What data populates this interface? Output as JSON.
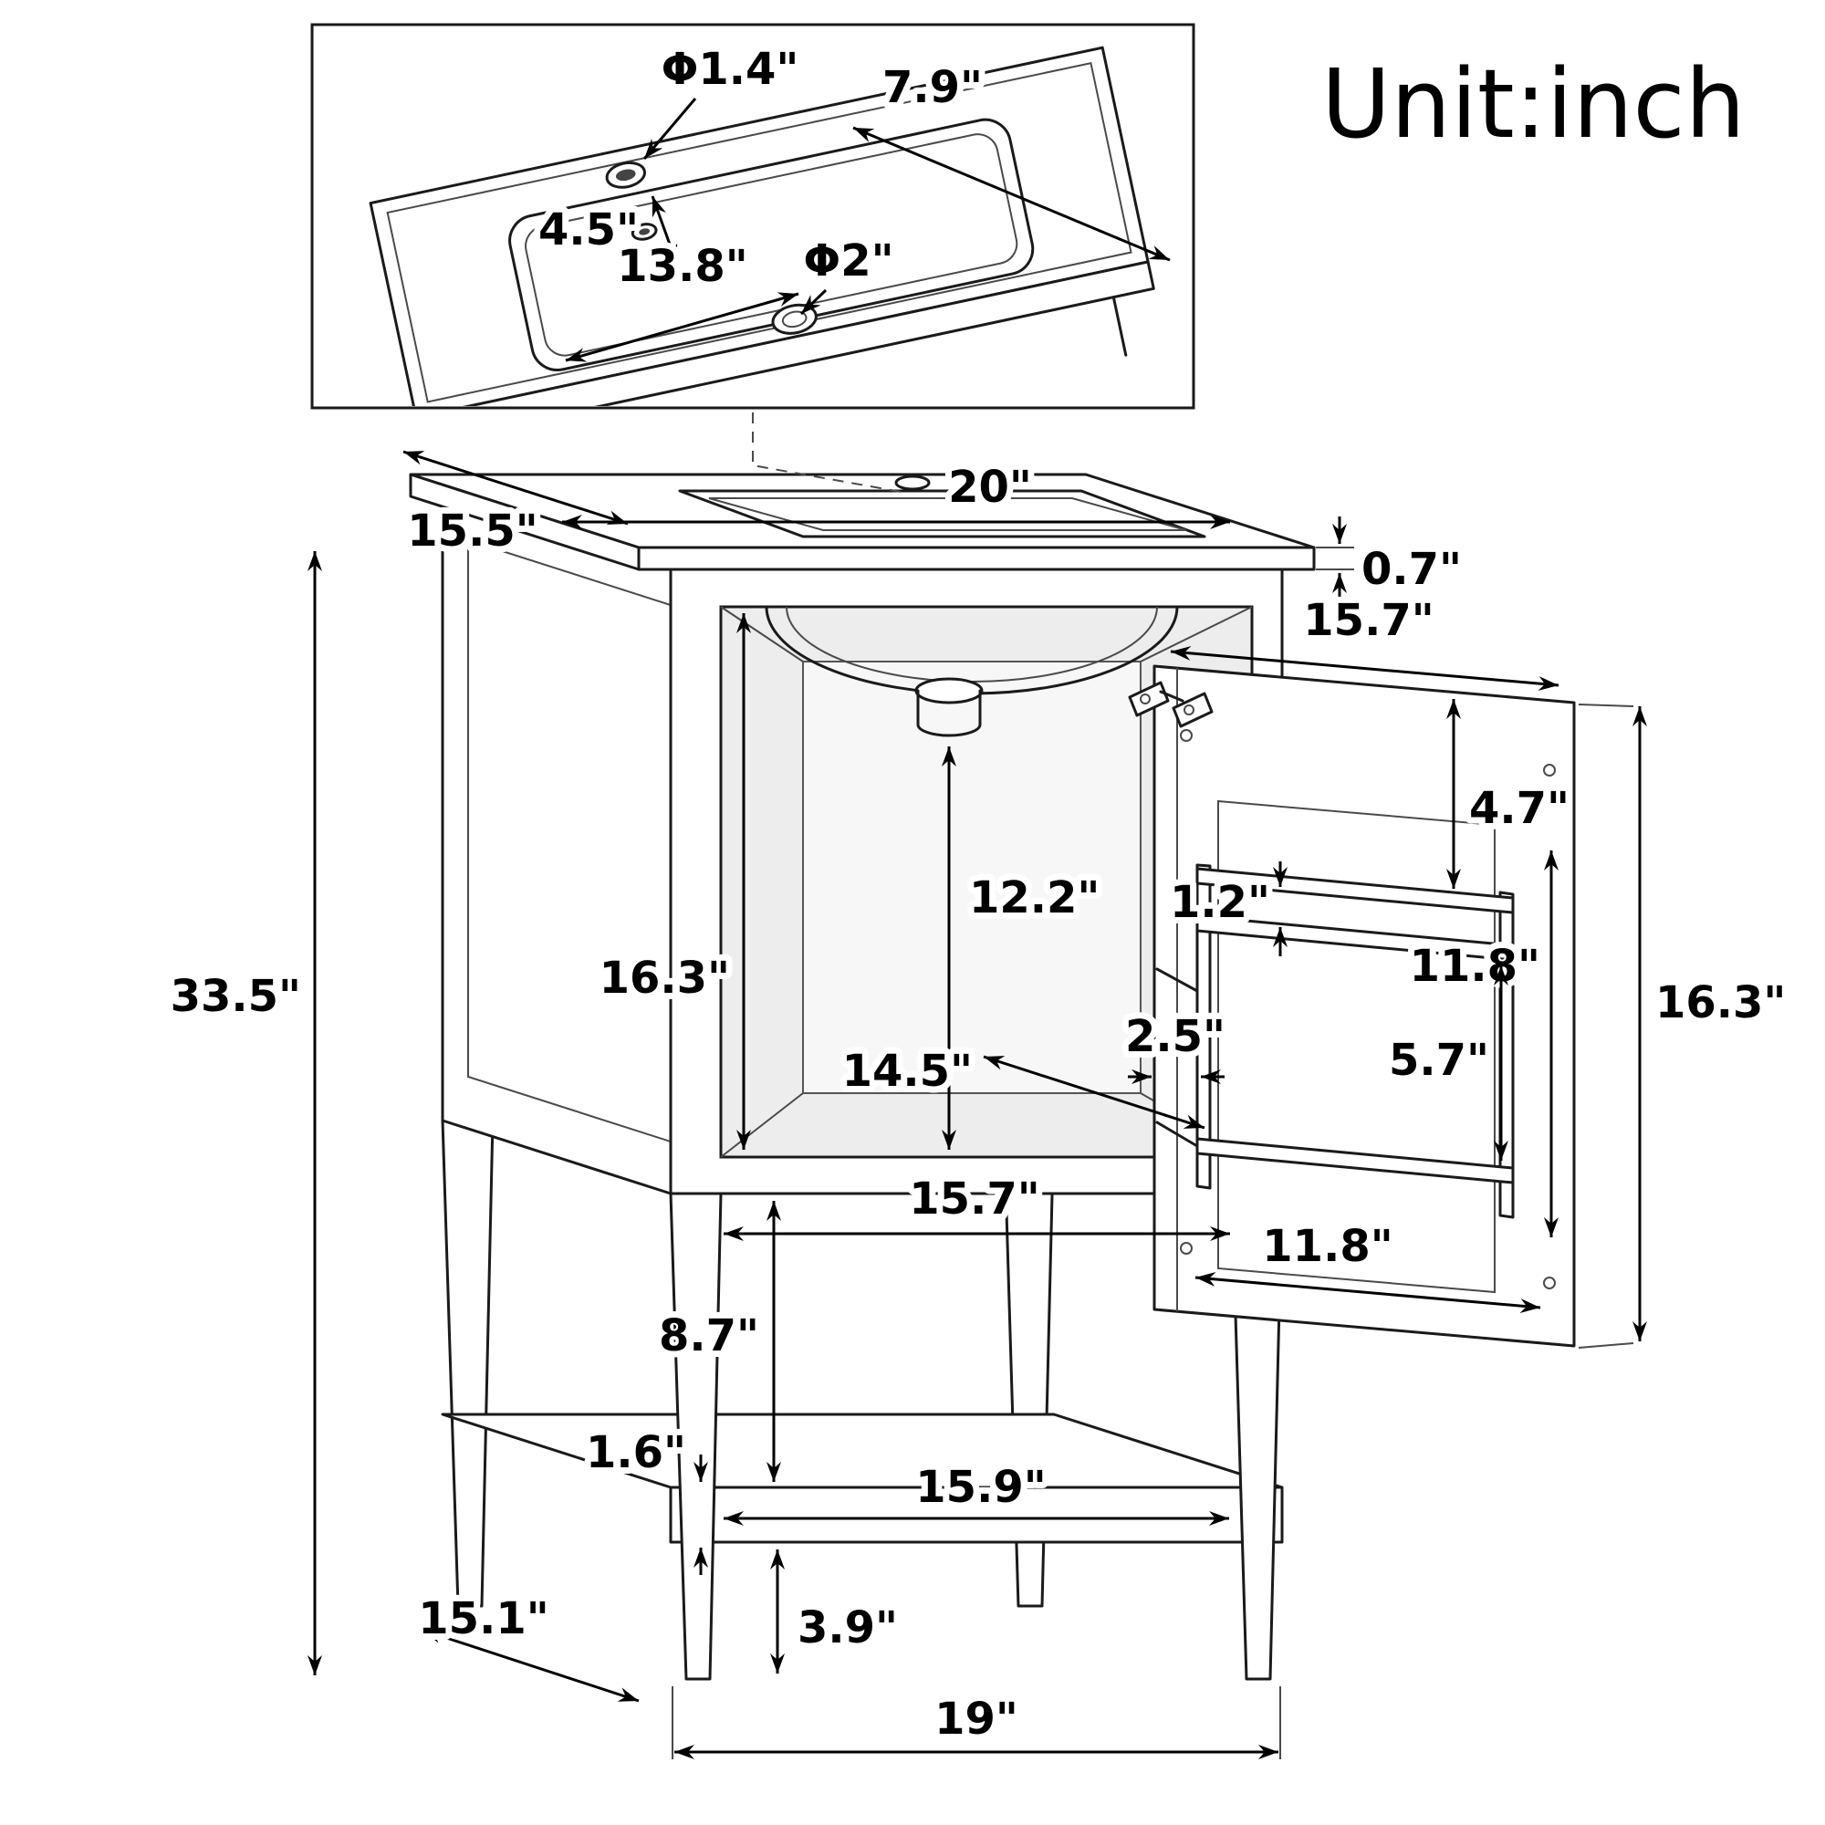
{
  "unit_label": "Unit:inch",
  "inset": {
    "faucet_hole_diameter": "Φ1.4\"",
    "basin_back_width": "7.9\"",
    "faucet_offset": "4.5\"",
    "basin_width": "13.8\"",
    "drain_diameter": "Φ2\""
  },
  "dimensions": {
    "top_depth": "15.5\"",
    "top_width": "20\"",
    "top_thickness": "0.7\"",
    "total_height": "33.5\"",
    "door_width_top": "15.7\"",
    "interior_height": "16.3\"",
    "sink_clearance": "12.2\"",
    "towel_bar_gap": "1.2\"",
    "door_top_section": "4.7\"",
    "door_inner_height": "11.8\"",
    "rack_depth": "2.5\"",
    "interior_depth": "14.5\"",
    "door_lower_section": "5.7\"",
    "door_height": "16.3\"",
    "door_bottom_width": "11.8\"",
    "opening_width": "15.7\"",
    "open_shelf_height": "8.7\"",
    "shelf_thickness": "1.6\"",
    "bottom_shelf_width": "15.9\"",
    "base_depth": "15.1\"",
    "leg_height": "3.9\"",
    "base_width": "19\""
  }
}
